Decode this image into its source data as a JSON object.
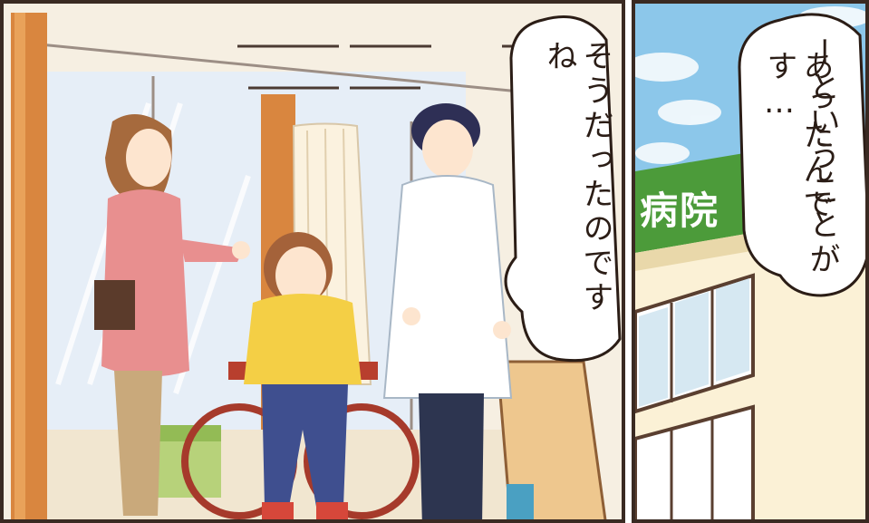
{
  "panels": {
    "left": {
      "speech": "そうだったのですね"
    },
    "right": {
      "speech_col1": "ーということが",
      "speech_col2": "あったんです…",
      "sign_text": "病院"
    }
  }
}
